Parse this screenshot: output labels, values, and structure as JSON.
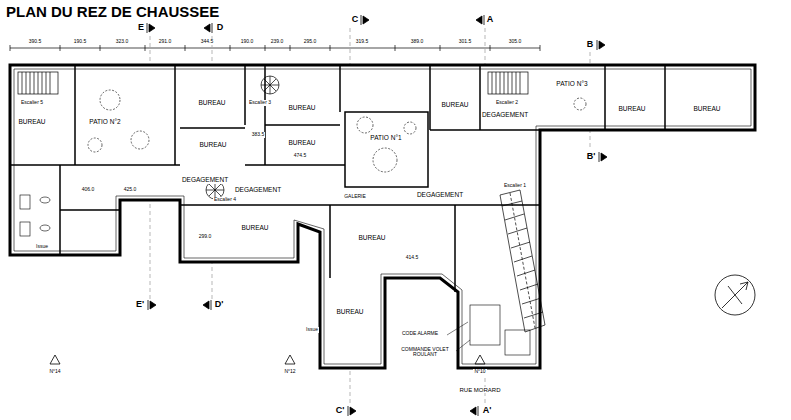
{
  "diagram": {
    "title": "PLAN DU REZ DE CHAUSSEE",
    "nodes": [
      {
        "text": [
          "BUREAU"
        ]
      },
      {
        "text": [
          "PATIO N°2"
        ]
      },
      {
        "text": [
          "BUREAU"
        ]
      },
      {
        "text": [
          "BUREAU"
        ]
      },
      {
        "text": [
          "BUREAU"
        ]
      },
      {
        "text": [
          "BUREAU"
        ]
      },
      {
        "text": [
          "PATIO N°1"
        ]
      },
      {
        "text": [
          "BUREAU"
        ]
      },
      {
        "text": [
          "DEGAGEMENT"
        ]
      },
      {
        "text": [
          "PATIO N°3"
        ]
      },
      {
        "text": [
          "BUREAU"
        ]
      },
      {
        "text": [
          "BUREAU"
        ]
      },
      {
        "text": [
          "DEGAGEMENT"
        ]
      },
      {
        "text": [
          "DEGAGEMENT"
        ]
      },
      {
        "text": [
          "DEGAGEMENT"
        ]
      },
      {
        "text": [
          "BUREAU"
        ]
      },
      {
        "text": [
          "BUREAU"
        ]
      },
      {
        "text": [
          "BUREAU"
        ]
      }
    ],
    "labels": [
      "E",
      "D",
      "C",
      "A",
      "B",
      "B'",
      "E'",
      "D'",
      "C'",
      "A'",
      "390.5",
      "190.5",
      "323.0",
      "291.0",
      "344.5",
      "190.0",
      "239.0",
      "295.0",
      "319.5",
      "389.0",
      "301.5",
      "305.0",
      "Escalier 5",
      "Escalier 4",
      "Escalier 3",
      "Escalier 2",
      "Escalier 1",
      "GALERIE",
      "Issue",
      "Issue",
      "CODE ALARME",
      "COMMANDE VOLET ROULANT",
      "N°14",
      "N°12",
      "N°10",
      "RUE MORARD",
      "474.5",
      "425.0",
      "406.0",
      "299.0",
      "414.5",
      "383.5"
    ]
  }
}
